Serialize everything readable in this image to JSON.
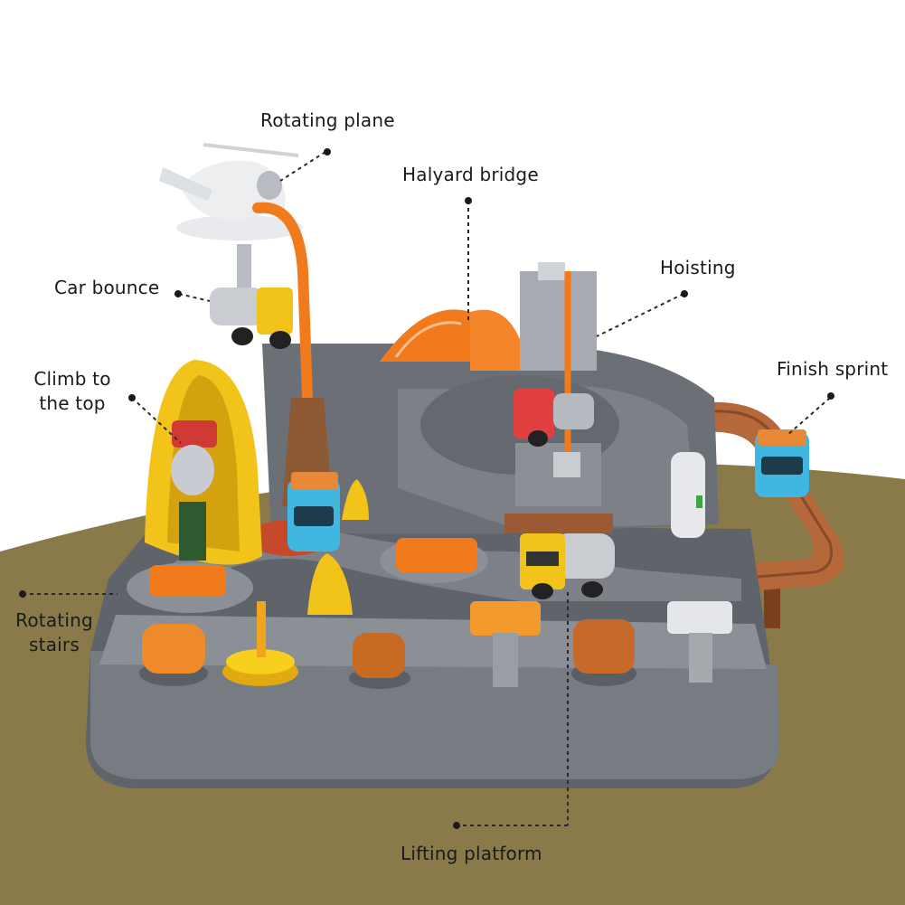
{
  "image": {
    "colors": {
      "background": "#ffffff",
      "floor": "#8a7a4a",
      "base": "#6f737a",
      "base_light": "#8b8f96",
      "track": "#7d8087",
      "orange": "#f07a1c",
      "yellow": "#f2c318",
      "brown_track": "#b5683a",
      "leader": "#2a2a2a"
    },
    "labels": {
      "rotating_plane": "Rotating plane",
      "halyard_bridge": "Halyard bridge",
      "hoisting": "Hoisting",
      "car_bounce": "Car bounce",
      "finish_sprint": "Finish sprint",
      "climb_line1": "Climb to",
      "climb_line2": "the top",
      "stairs_line1": "Rotating",
      "stairs_line2": "stairs",
      "lifting_platform": "Lifting platform"
    }
  }
}
